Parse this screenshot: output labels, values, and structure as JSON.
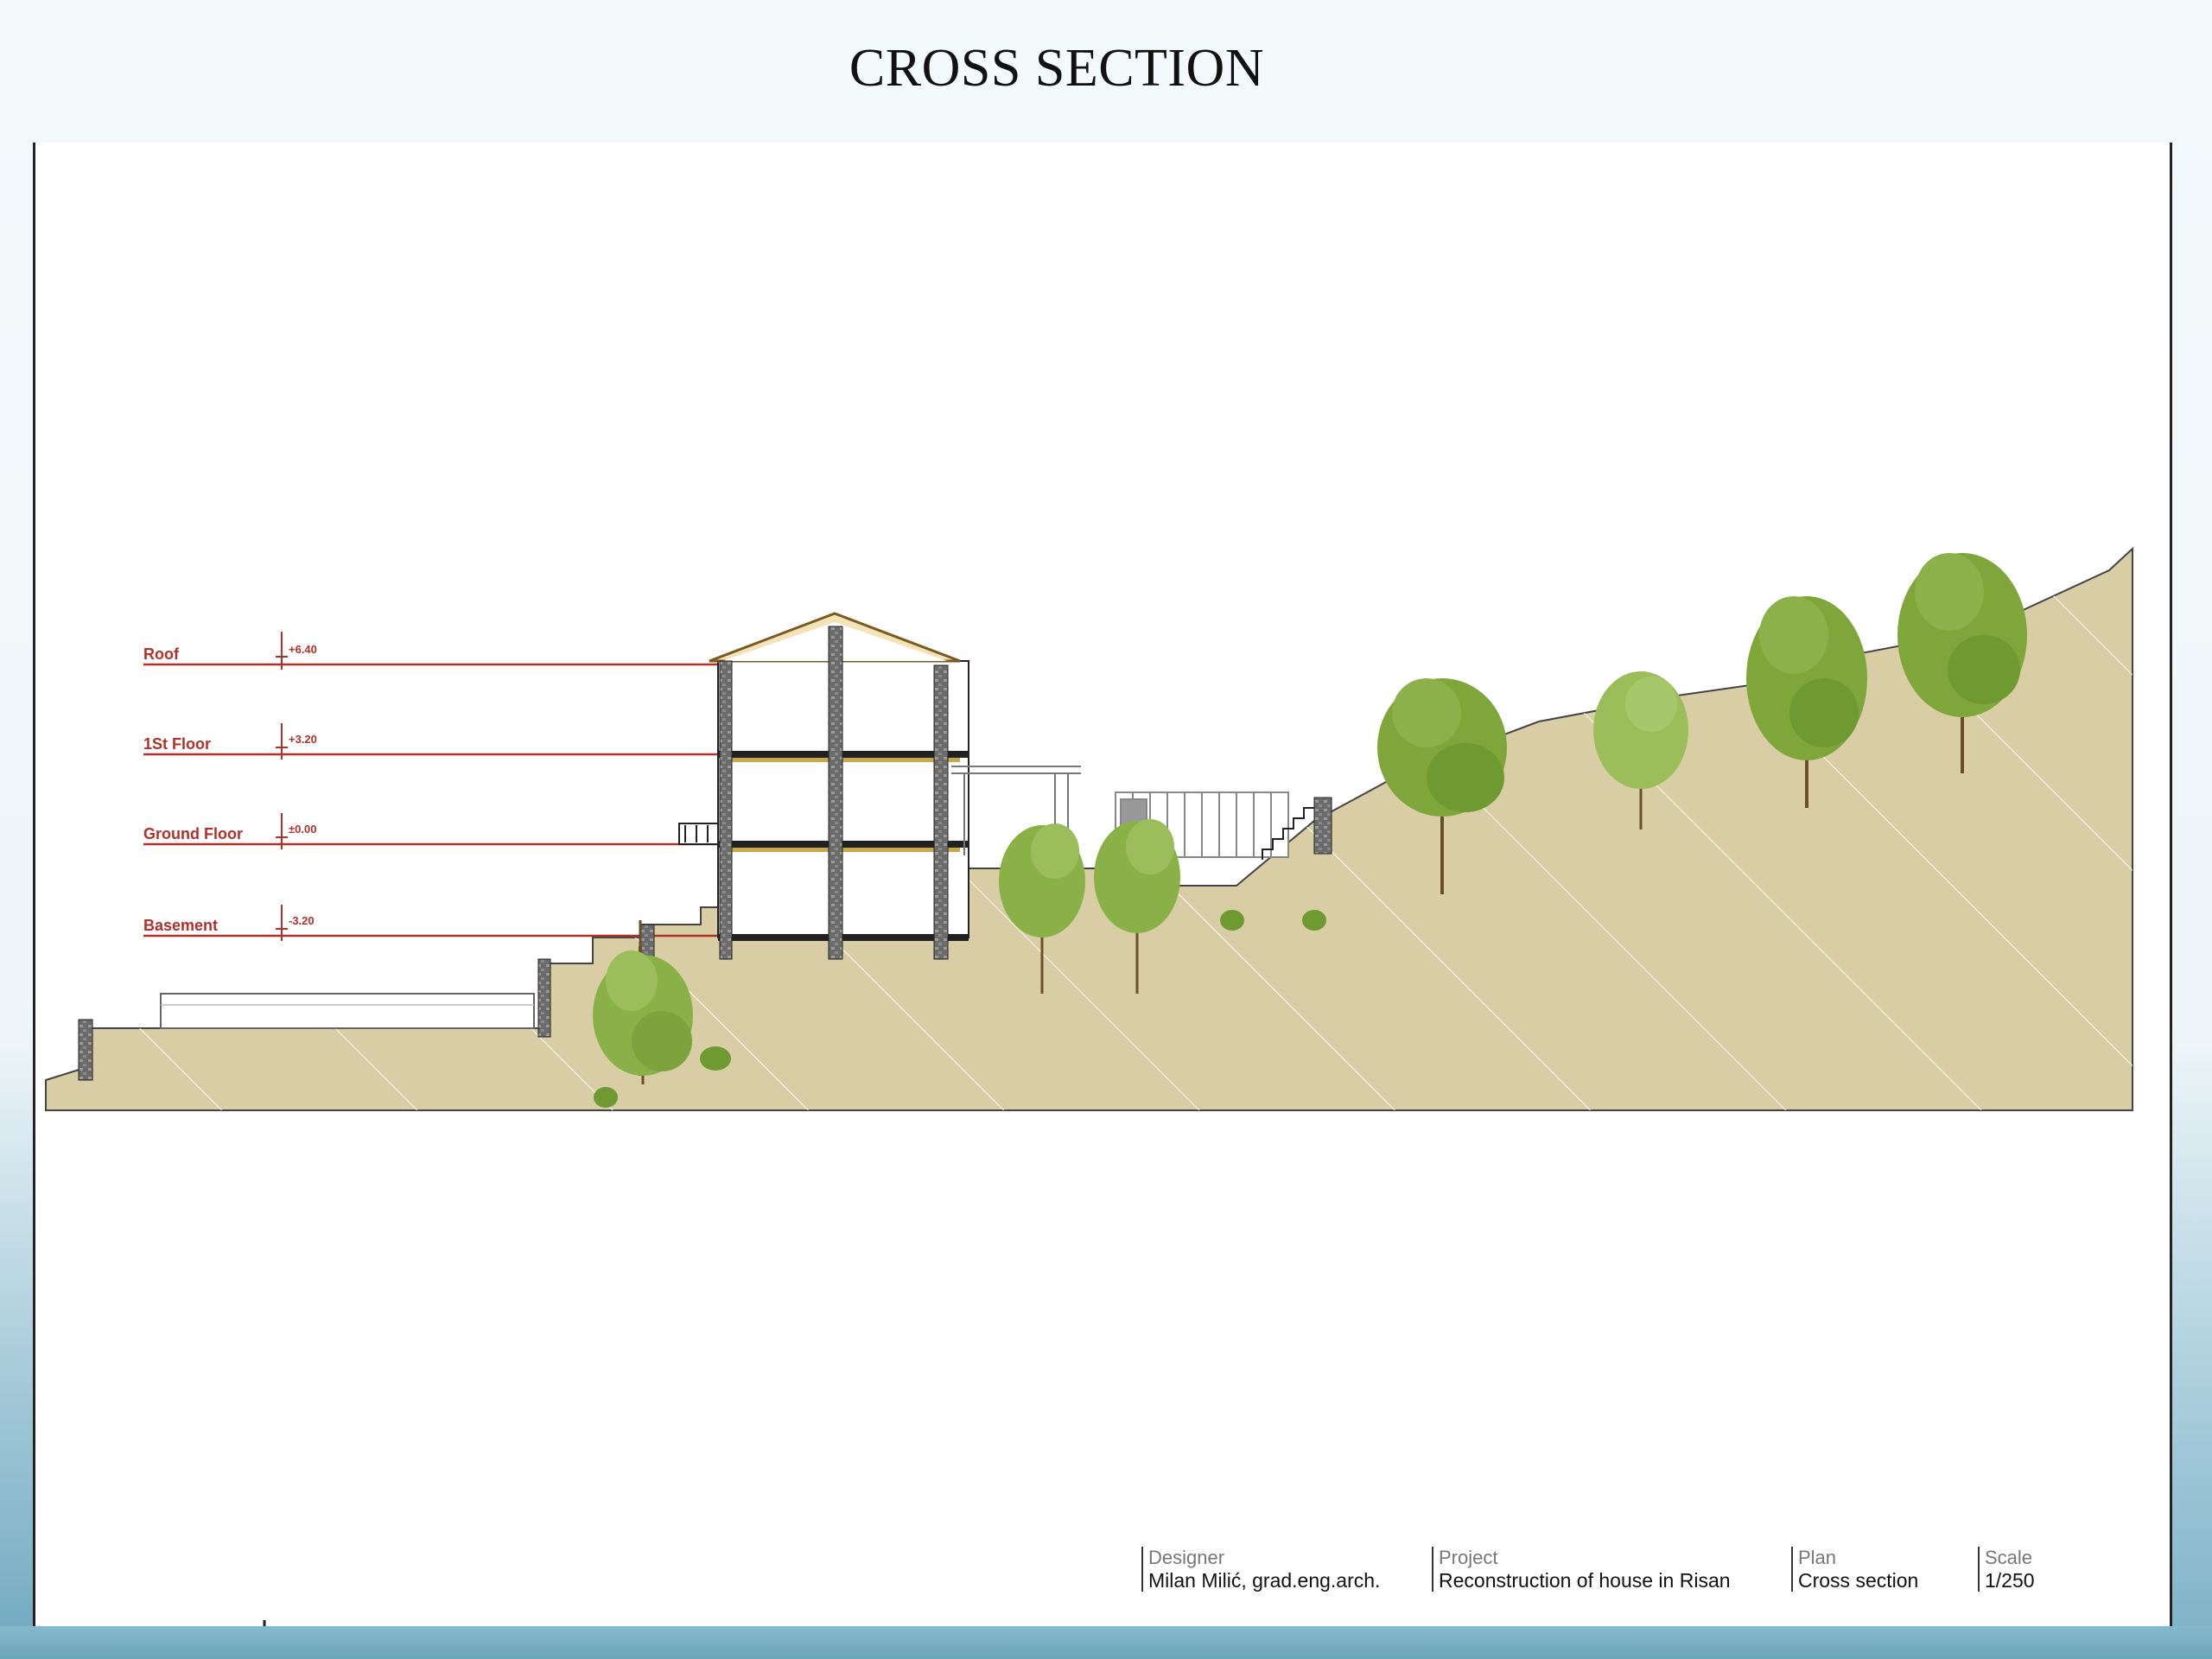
{
  "slide": {
    "title": "CROSS SECTION"
  },
  "levels": [
    {
      "name": "Roof",
      "value": "+6.40"
    },
    {
      "name": "1St Floor",
      "value": "+3.20"
    },
    {
      "name": "Ground Floor",
      "value": "±0.00"
    },
    {
      "name": "Basement",
      "value": "-3.20"
    }
  ],
  "title_block": {
    "designer_label": "Designer",
    "designer_value": "Milan Milić, grad.eng.arch.",
    "project_label": "Project",
    "project_value": "Reconstruction of house in Risan",
    "plan_label": "Plan",
    "plan_value": "Cross section",
    "scale_label": "Scale",
    "scale_value": "1/250"
  },
  "colors": {
    "terrain": "#d8cda4",
    "level_line": "#b0302a",
    "tree_foliage": "#7fa63a",
    "wall": "#555555",
    "slab": "#c8a84a"
  }
}
